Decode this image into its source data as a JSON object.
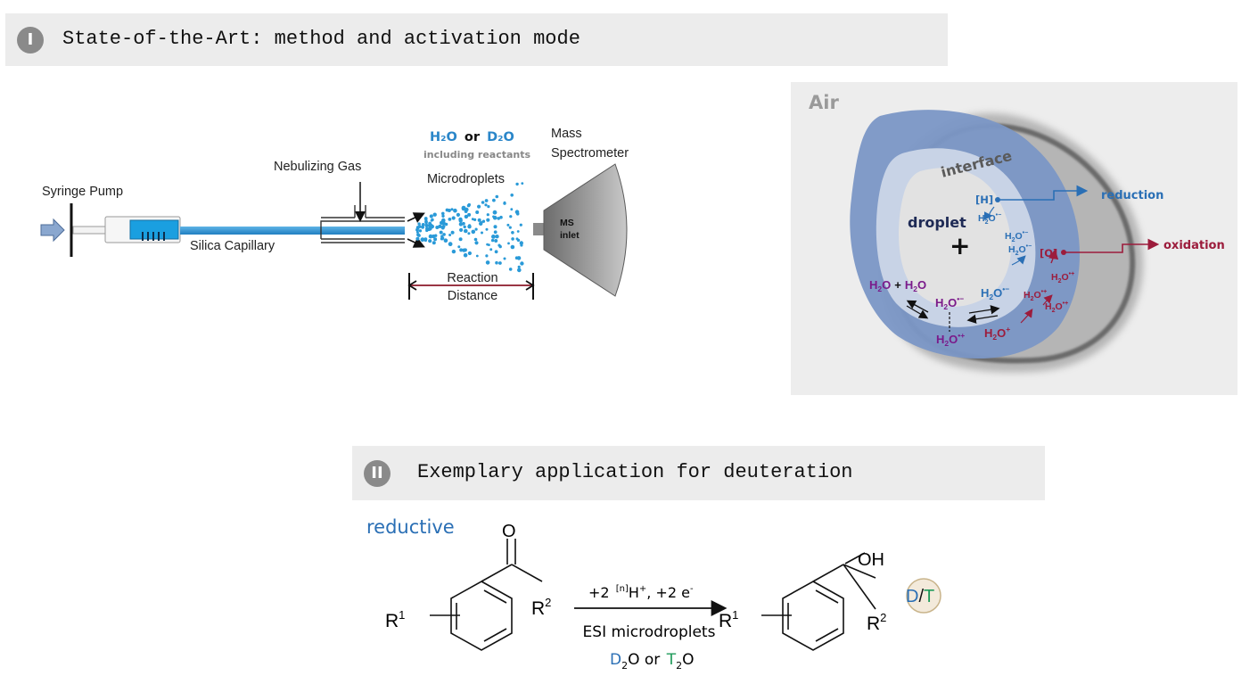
{
  "section1": {
    "number": "I",
    "title": "State-of-the-Art: method and activation mode"
  },
  "setup": {
    "syringe_pump": "Syringe Pump",
    "nebulizing_gas": "Nebulizing Gas",
    "silica_capillary": "Silica Capillary",
    "microdroplets": "Microdroplets",
    "water_h": "H₂O",
    "water_or": "or",
    "water_d": "D₂O",
    "including_reactants": "including reactants",
    "mass_spec_line1": "Mass",
    "mass_spec_line2": "Spectrometer",
    "ms_line1": "MS",
    "ms_line2": "inlet",
    "reaction_line1": "Reaction",
    "reaction_line2": "Distance"
  },
  "droplet": {
    "air": "Air",
    "interface": "interface",
    "droplet": "droplet",
    "plus": "+",
    "h": "[H]",
    "o": "[O]",
    "reduction": "reduction",
    "oxidation": "oxidation",
    "h2o": "H",
    "two": "2",
    "o_letter": "O",
    "plus_sign": "+",
    "radical_anion": "•−",
    "radical_cation": "•+",
    "cation": "+"
  },
  "section2": {
    "number": "II",
    "title": "Exemplary application for deuteration"
  },
  "reaction": {
    "mode": "reductive",
    "o_atom": "O",
    "oh": "OH",
    "r": "R",
    "sup1": "1",
    "sup2": "2",
    "cond_plus2": "+2",
    "cond_n": "[n]",
    "cond_h": "H",
    "cond_hsup": "+",
    "cond_comma": ", +2 e",
    "cond_esup": "-",
    "esi": "ESI microdroplets",
    "d": "D",
    "sub2": "2",
    "o_or": "O or",
    "t": "T",
    "o_end": "O",
    "slash": "/"
  },
  "colors": {
    "blue": "#2a6fb5",
    "purple": "#7a1a8a",
    "crimson": "#9c1c3c",
    "green": "#1f9a5a",
    "droplet_blue": "#7b97c6"
  }
}
